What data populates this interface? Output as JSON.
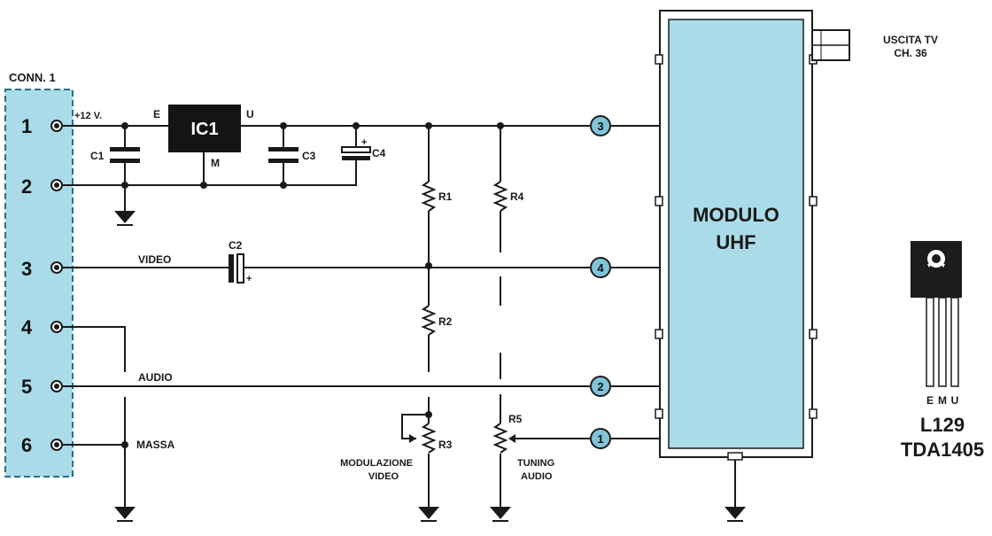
{
  "connector": {
    "label": "CONN. 1",
    "pins": [
      "1",
      "2",
      "3",
      "4",
      "5",
      "6"
    ],
    "fill_color": "#a9dce8"
  },
  "nets": {
    "supply": "+12 V.",
    "video": "VIDEO",
    "audio": "AUDIO",
    "ground": "MASSA"
  },
  "regulator": {
    "name": "IC1",
    "pin_in": "E",
    "pin_out": "U",
    "pin_gnd": "M"
  },
  "capacitors": [
    "C1",
    "C2",
    "C3",
    "C4"
  ],
  "resistors": [
    "R1",
    "R2",
    "R3",
    "R4",
    "R5"
  ],
  "trimmers": {
    "r3_caption": [
      "MODULAZIONE",
      "VIDEO"
    ],
    "r5_caption": [
      "TUNING",
      "AUDIO"
    ]
  },
  "module": {
    "title_line1": "MODULO",
    "title_line2": "UHF",
    "pins": [
      "3",
      "4",
      "2",
      "1"
    ],
    "fill_color": "#a9dce8",
    "output_line1": "USCITA TV",
    "output_line2": "CH. 36"
  },
  "package": {
    "pins": [
      "E",
      "M",
      "U"
    ],
    "name_line1": "L129",
    "name_line2": "TDA1405"
  },
  "accent_color": "#7fc4d9",
  "icons": [
    "ground-symbol-icon",
    "terminal-icon",
    "to126-package-icon",
    "coax-output-icon"
  ]
}
